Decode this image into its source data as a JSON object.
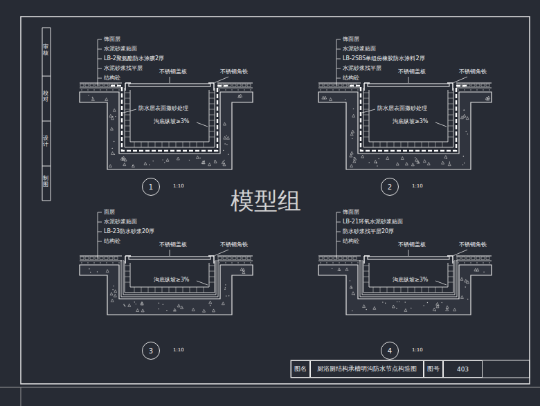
{
  "diagram": {
    "nodes": [
      {
        "text": [
          "1"
        ]
      },
      {
        "text": [
          "2"
        ]
      },
      {
        "text": [
          "3"
        ]
      },
      {
        "text": [
          "4"
        ]
      },
      {
        "text": [
          "图名"
        ]
      },
      {
        "text": [
          "厨浴厕结构承槽明沟防水节点构造图"
        ]
      },
      {
        "text": [
          "图号"
        ]
      },
      {
        "text": [
          "403"
        ]
      }
    ],
    "labels": [
      "饰面层",
      "水泥砂浆贴面",
      "LB-2聚氨酯防水涂膜2厚",
      "水泥砂浆找平层",
      "结构砼",
      "不锈钢盖板",
      "不锈钢角铁",
      "防水层表面撒砂处理",
      "沟底纵坡≥3%",
      "1:10",
      "饰面层",
      "水泥砂浆贴面",
      "LB-2SBS单组份橡胶防水涂料2厚",
      "水泥砂浆找平层",
      "结构砼",
      "不锈钢盖板",
      "不锈钢角铁",
      "防水层表面撒砂处理",
      "沟底纵坡≥3%",
      "1:10",
      "面层",
      "水泥砂浆贴面",
      "LB-23防水砂浆20厚",
      "结构砼",
      "不锈钢盖板",
      "不锈钢角铁",
      "沟底纵坡≥3%",
      "1:10",
      "饰面层",
      "LB-21环氧水泥砂浆贴面",
      "防水砂浆找平层20厚",
      "结构砼",
      "不锈钢盖板",
      "不锈钢角铁",
      "沟底纵坡≥3%",
      "1:10",
      "模型组",
      "审核",
      "校对",
      "设计",
      "制图"
    ]
  }
}
